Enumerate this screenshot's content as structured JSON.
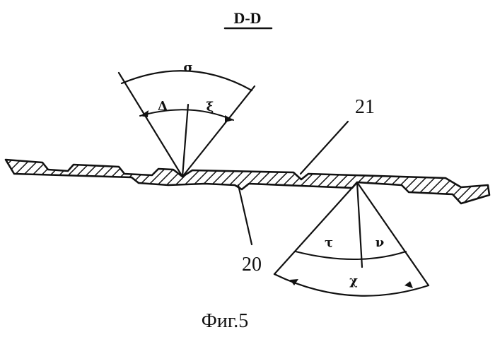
{
  "section_label": "D-D",
  "caption": "Фиг.5",
  "ref_numbers": {
    "upper": "21",
    "lower": "20"
  },
  "angles": {
    "upper": {
      "outer": "σ",
      "left": "Δ",
      "right": "ξ"
    },
    "lower": {
      "outer": "χ",
      "left": "τ",
      "right": "ν"
    }
  }
}
